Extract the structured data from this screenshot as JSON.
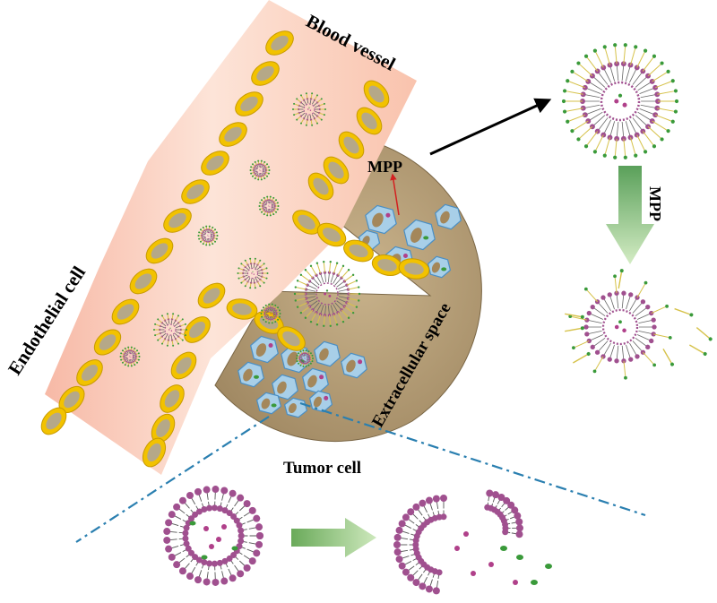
{
  "labels": {
    "blood_vessel": "Blood vessel",
    "endothelial_cell": "Endothelial cell",
    "mpp_tumor": "MPP",
    "mpp_side": "MPP",
    "extracellular_space": "Extracellular space",
    "tumor_cell": "Tumor cell"
  },
  "colors": {
    "vessel_fill": "#f9c9b6",
    "endothelial_ring": "#f2c200",
    "endothelial_nucleus": "#b5a888",
    "tumor_tissue": "#b39b74",
    "tumor_cell_fill": "#a8cfe8",
    "liposome_head": "#a0508f",
    "payload_green": "#3a9a3a",
    "guide_line": "#2a7fb0",
    "process_arrow": "#9ed08a",
    "mpp_arrow": "#d32020"
  },
  "icons": {
    "micelle": "micelle-icon",
    "cleaved_peg": "cleaved-peg-icon",
    "tumor_cell": "tumor-cell-icon",
    "endothelial_cell": "endothelial-cell-icon"
  }
}
